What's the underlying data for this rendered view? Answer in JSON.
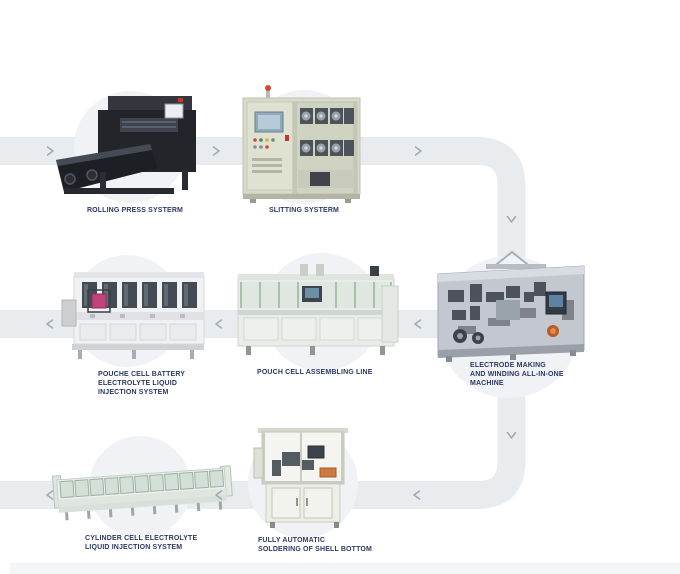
{
  "diagram": {
    "title": "battery production line process flow",
    "colors": {
      "background": "#ffffff",
      "flow_band": "#e9ecef",
      "station_circle": "#f0f2f5",
      "chevron": "#a2a8b2",
      "label_text": "#2b3a63",
      "bottom_strip": "#f3f5f7"
    },
    "stations": [
      {
        "id": "rolling-press",
        "lines": [
          "ROLLING PRESS SYSTERM"
        ]
      },
      {
        "id": "slitting",
        "lines": [
          "SLITTING SYSTERM"
        ]
      },
      {
        "id": "pouch-cell-battery-electrolyte-injection",
        "lines": [
          "POUCHE CELL BATTERY",
          "ELECTROLYTE LIQUID",
          "INJECTION SYSTEM"
        ]
      },
      {
        "id": "pouch-cell-assembling",
        "lines": [
          "POUCH CELL ASSEMBLING LINE"
        ]
      },
      {
        "id": "electrode-making-winding",
        "lines": [
          "ELECTRODE MAKING",
          "AND WINDING ALL-IN-ONE",
          "MACHINE"
        ]
      },
      {
        "id": "cylinder-cell-electrolyte-injection",
        "lines": [
          "CYLINDER CELL ELECTROLYTE",
          "LIQUID INJECTION SYSTEM"
        ]
      },
      {
        "id": "shell-bottom-soldering",
        "lines": [
          "FULLY AUTOMATIC",
          "SOLDERING OF SHELL BOTTOM"
        ]
      }
    ],
    "direction_icons": {
      "row1": "chevron-right",
      "row2": "chevron-left",
      "row3": "chevron-left",
      "connectors": "chevron-down"
    }
  }
}
